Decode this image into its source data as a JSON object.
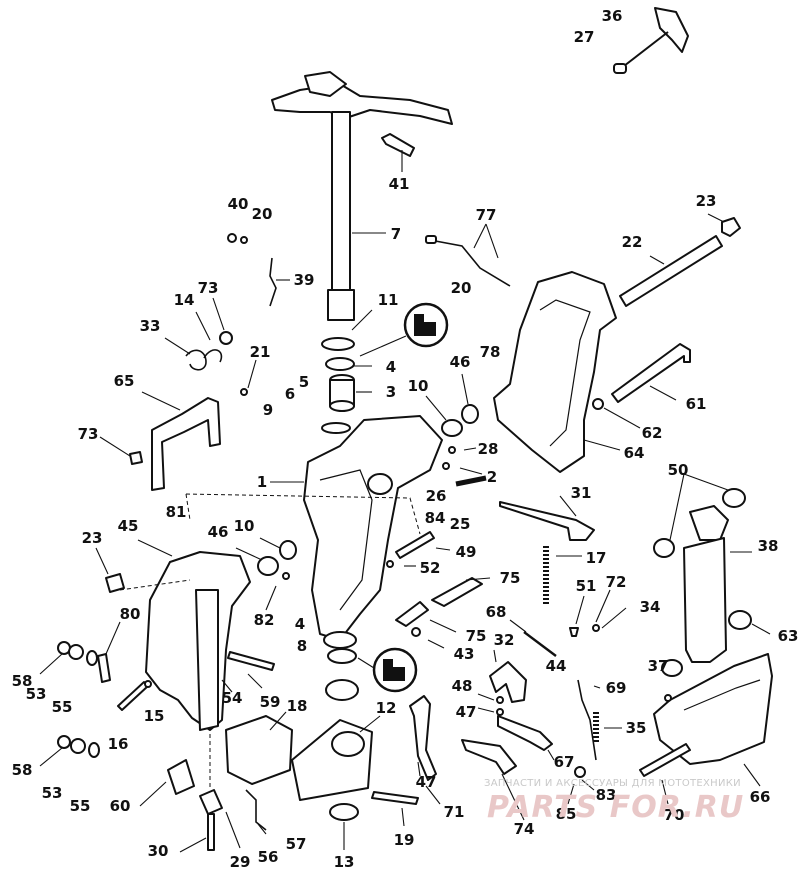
{
  "callouts": [
    {
      "id": "36",
      "text": "36"
    },
    {
      "id": "27",
      "text": "27"
    },
    {
      "id": "41",
      "text": "41"
    },
    {
      "id": "40",
      "text": "40"
    },
    {
      "id": "20a",
      "text": "20"
    },
    {
      "id": "7",
      "text": "7"
    },
    {
      "id": "77",
      "text": "77"
    },
    {
      "id": "23a",
      "text": "23"
    },
    {
      "id": "22",
      "text": "22"
    },
    {
      "id": "39",
      "text": "39"
    },
    {
      "id": "20b",
      "text": "20"
    },
    {
      "id": "11",
      "text": "11"
    },
    {
      "id": "73a",
      "text": "73"
    },
    {
      "id": "14",
      "text": "14"
    },
    {
      "id": "78",
      "text": "78"
    },
    {
      "id": "33",
      "text": "33"
    },
    {
      "id": "21",
      "text": "21"
    },
    {
      "id": "4a",
      "text": "4"
    },
    {
      "id": "46a",
      "text": "46"
    },
    {
      "id": "5",
      "text": "5"
    },
    {
      "id": "3",
      "text": "3"
    },
    {
      "id": "65",
      "text": "65"
    },
    {
      "id": "10a",
      "text": "10"
    },
    {
      "id": "61",
      "text": "61"
    },
    {
      "id": "6",
      "text": "6"
    },
    {
      "id": "9",
      "text": "9"
    },
    {
      "id": "62",
      "text": "62"
    },
    {
      "id": "73b",
      "text": "73"
    },
    {
      "id": "28",
      "text": "28"
    },
    {
      "id": "64",
      "text": "64"
    },
    {
      "id": "2",
      "text": "2"
    },
    {
      "id": "50",
      "text": "50"
    },
    {
      "id": "1",
      "text": "1"
    },
    {
      "id": "26",
      "text": "26"
    },
    {
      "id": "31",
      "text": "31"
    },
    {
      "id": "81",
      "text": "81"
    },
    {
      "id": "84",
      "text": "84"
    },
    {
      "id": "25",
      "text": "25"
    },
    {
      "id": "45",
      "text": "45"
    },
    {
      "id": "46b",
      "text": "46"
    },
    {
      "id": "10b",
      "text": "10"
    },
    {
      "id": "23b",
      "text": "23"
    },
    {
      "id": "38",
      "text": "38"
    },
    {
      "id": "49",
      "text": "49"
    },
    {
      "id": "17",
      "text": "17"
    },
    {
      "id": "52",
      "text": "52"
    },
    {
      "id": "75a",
      "text": "75"
    },
    {
      "id": "51",
      "text": "51"
    },
    {
      "id": "72",
      "text": "72"
    },
    {
      "id": "82",
      "text": "82"
    },
    {
      "id": "34",
      "text": "34"
    },
    {
      "id": "80",
      "text": "80"
    },
    {
      "id": "68",
      "text": "68"
    },
    {
      "id": "75b",
      "text": "75"
    },
    {
      "id": "63",
      "text": "63"
    },
    {
      "id": "4b",
      "text": "4"
    },
    {
      "id": "43",
      "text": "43"
    },
    {
      "id": "32",
      "text": "32"
    },
    {
      "id": "8",
      "text": "8"
    },
    {
      "id": "44",
      "text": "44"
    },
    {
      "id": "58a",
      "text": "58"
    },
    {
      "id": "37",
      "text": "37"
    },
    {
      "id": "53a",
      "text": "53"
    },
    {
      "id": "55a",
      "text": "55"
    },
    {
      "id": "54",
      "text": "54"
    },
    {
      "id": "59",
      "text": "59"
    },
    {
      "id": "48",
      "text": "48"
    },
    {
      "id": "69",
      "text": "69"
    },
    {
      "id": "15",
      "text": "15"
    },
    {
      "id": "18",
      "text": "18"
    },
    {
      "id": "47a",
      "text": "47"
    },
    {
      "id": "12",
      "text": "12"
    },
    {
      "id": "16",
      "text": "16"
    },
    {
      "id": "35",
      "text": "35"
    },
    {
      "id": "58b",
      "text": "58"
    },
    {
      "id": "67",
      "text": "67"
    },
    {
      "id": "47b",
      "text": "47"
    },
    {
      "id": "53b",
      "text": "53"
    },
    {
      "id": "55b",
      "text": "55"
    },
    {
      "id": "60",
      "text": "60"
    },
    {
      "id": "83",
      "text": "83"
    },
    {
      "id": "66",
      "text": "66"
    },
    {
      "id": "71",
      "text": "71"
    },
    {
      "id": "85",
      "text": "85"
    },
    {
      "id": "70",
      "text": "70"
    },
    {
      "id": "74",
      "text": "74"
    },
    {
      "id": "19",
      "text": "19"
    },
    {
      "id": "57",
      "text": "57"
    },
    {
      "id": "30",
      "text": "30"
    },
    {
      "id": "29",
      "text": "29"
    },
    {
      "id": "56",
      "text": "56"
    },
    {
      "id": "13",
      "text": "13"
    }
  ],
  "watermark": {
    "tagline": "ЗАПЧАСТИ И АКСЕССУАРЫ ДЛЯ МОТОТЕХНИКИ",
    "brand": "PARTS FOR.RU"
  },
  "colors": {
    "ink": "#111111",
    "paper": "#ffffff",
    "watermark": "#e9c8c8"
  }
}
